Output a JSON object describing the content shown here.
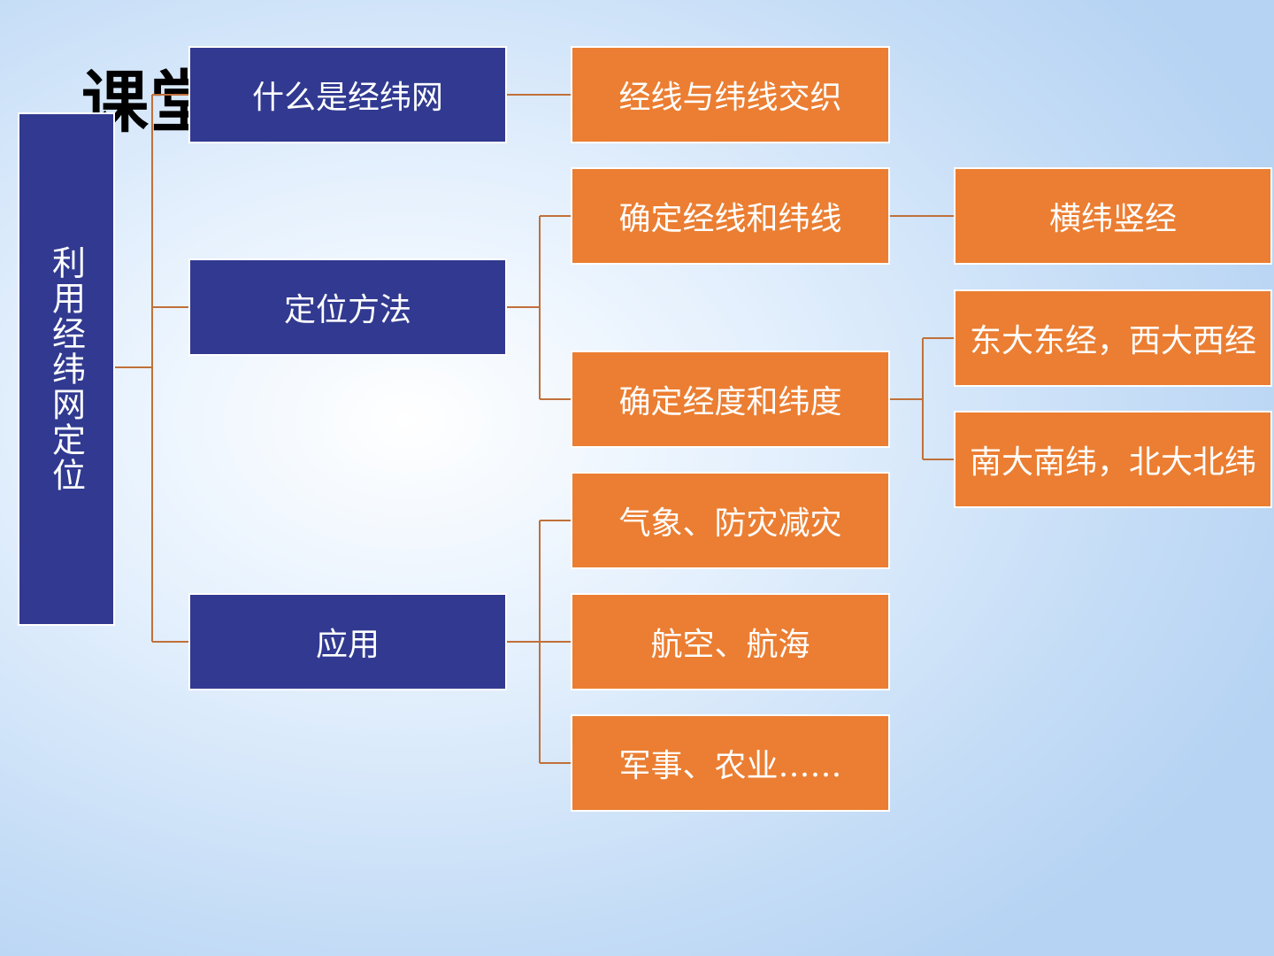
{
  "heading": "课堂",
  "root": {
    "label": "利用经纬网定位"
  },
  "level1": [
    {
      "label": "什么是经纬网"
    },
    {
      "label": "定位方法"
    },
    {
      "label": "应用"
    }
  ],
  "level2": [
    {
      "label": "经线与纬线交织"
    },
    {
      "label": "确定经线和纬线"
    },
    {
      "label": "确定经度和纬度"
    },
    {
      "label": "气象、防灾减灾"
    },
    {
      "label": "航空、航海"
    },
    {
      "label": "军事、农业……"
    }
  ],
  "level3": [
    {
      "label": "横纬竖经"
    },
    {
      "label": "东大东经，西大西经"
    },
    {
      "label": "南大南纬，北大北纬"
    }
  ],
  "colors": {
    "blue_box": "#313a90",
    "orange_box": "#eb7e32",
    "connector": "#c0703a"
  }
}
